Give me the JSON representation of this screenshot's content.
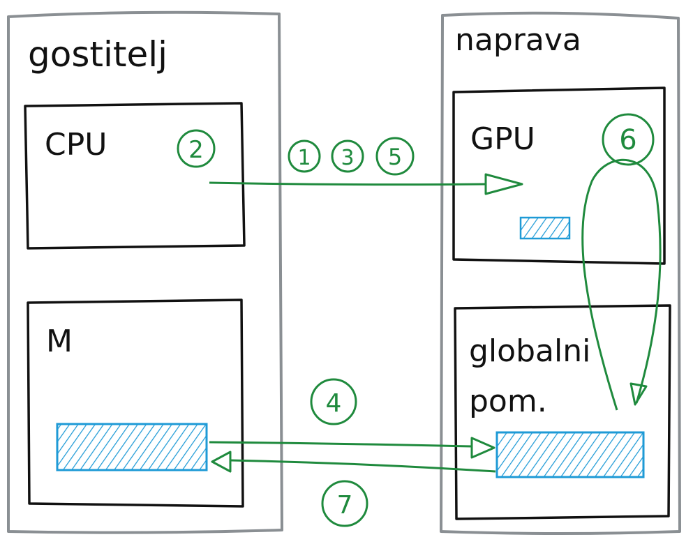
{
  "colors": {
    "panel_border": "#8a8f93",
    "box_border": "#111111",
    "arrow": "#1f8a3d",
    "data": "#1e9ad6"
  },
  "host": {
    "title": "gostitelj",
    "cpu_label": "CPU",
    "memory_label": "M"
  },
  "device": {
    "title": "naprava",
    "gpu_label": "GPU",
    "global_mem_line1": "globalni",
    "global_mem_line2": "pom."
  },
  "steps": {
    "cpu_step": "2",
    "call_steps": [
      "1",
      "3",
      "5"
    ],
    "gpu_step": "6",
    "copy_to_device": "4",
    "copy_to_host": "7"
  }
}
